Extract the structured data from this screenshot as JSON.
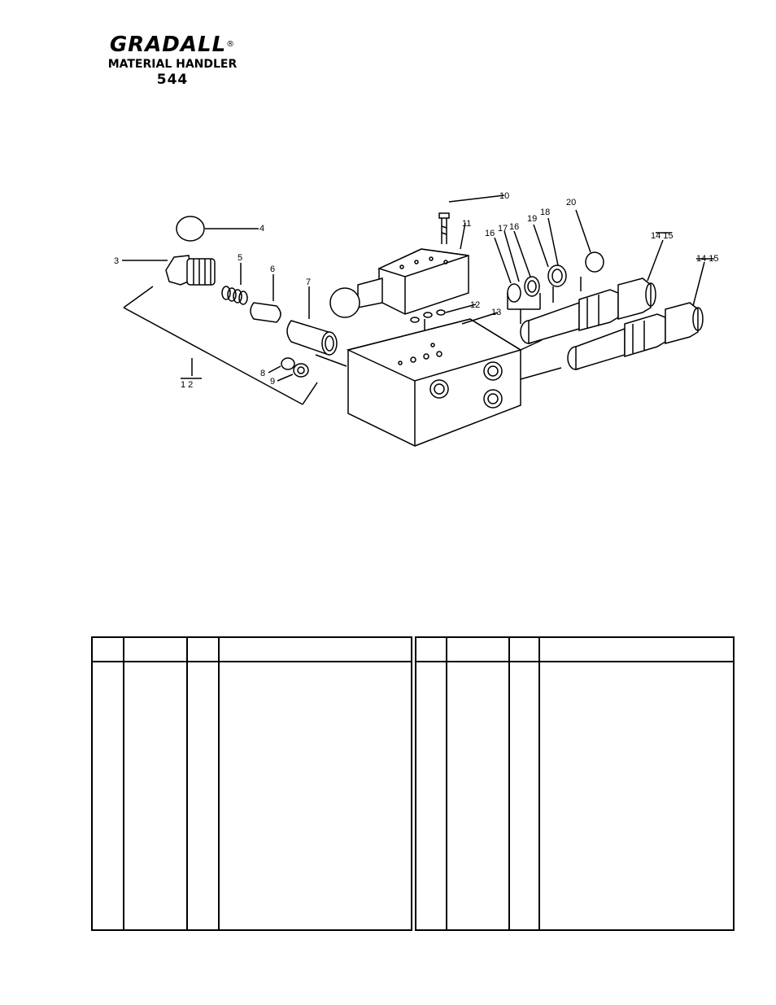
{
  "header": {
    "brand": "GRADALL",
    "registered": "®",
    "subtitle": "MATERIAL HANDLER",
    "model": "544"
  },
  "callouts": {
    "c1_2": "1  2",
    "c3": "3",
    "c4": "4",
    "c5": "5",
    "c6": "6",
    "c7": "7",
    "c8": "8",
    "c9": "9",
    "c10": "10",
    "c11": "11",
    "c12": "12",
    "c13": "13",
    "c14_15a": "14 15",
    "c14_15b": "14 15",
    "c16a": "16",
    "c17": "17",
    "c16b": "16",
    "c19": "19",
    "c18": "18",
    "c20": "20"
  }
}
